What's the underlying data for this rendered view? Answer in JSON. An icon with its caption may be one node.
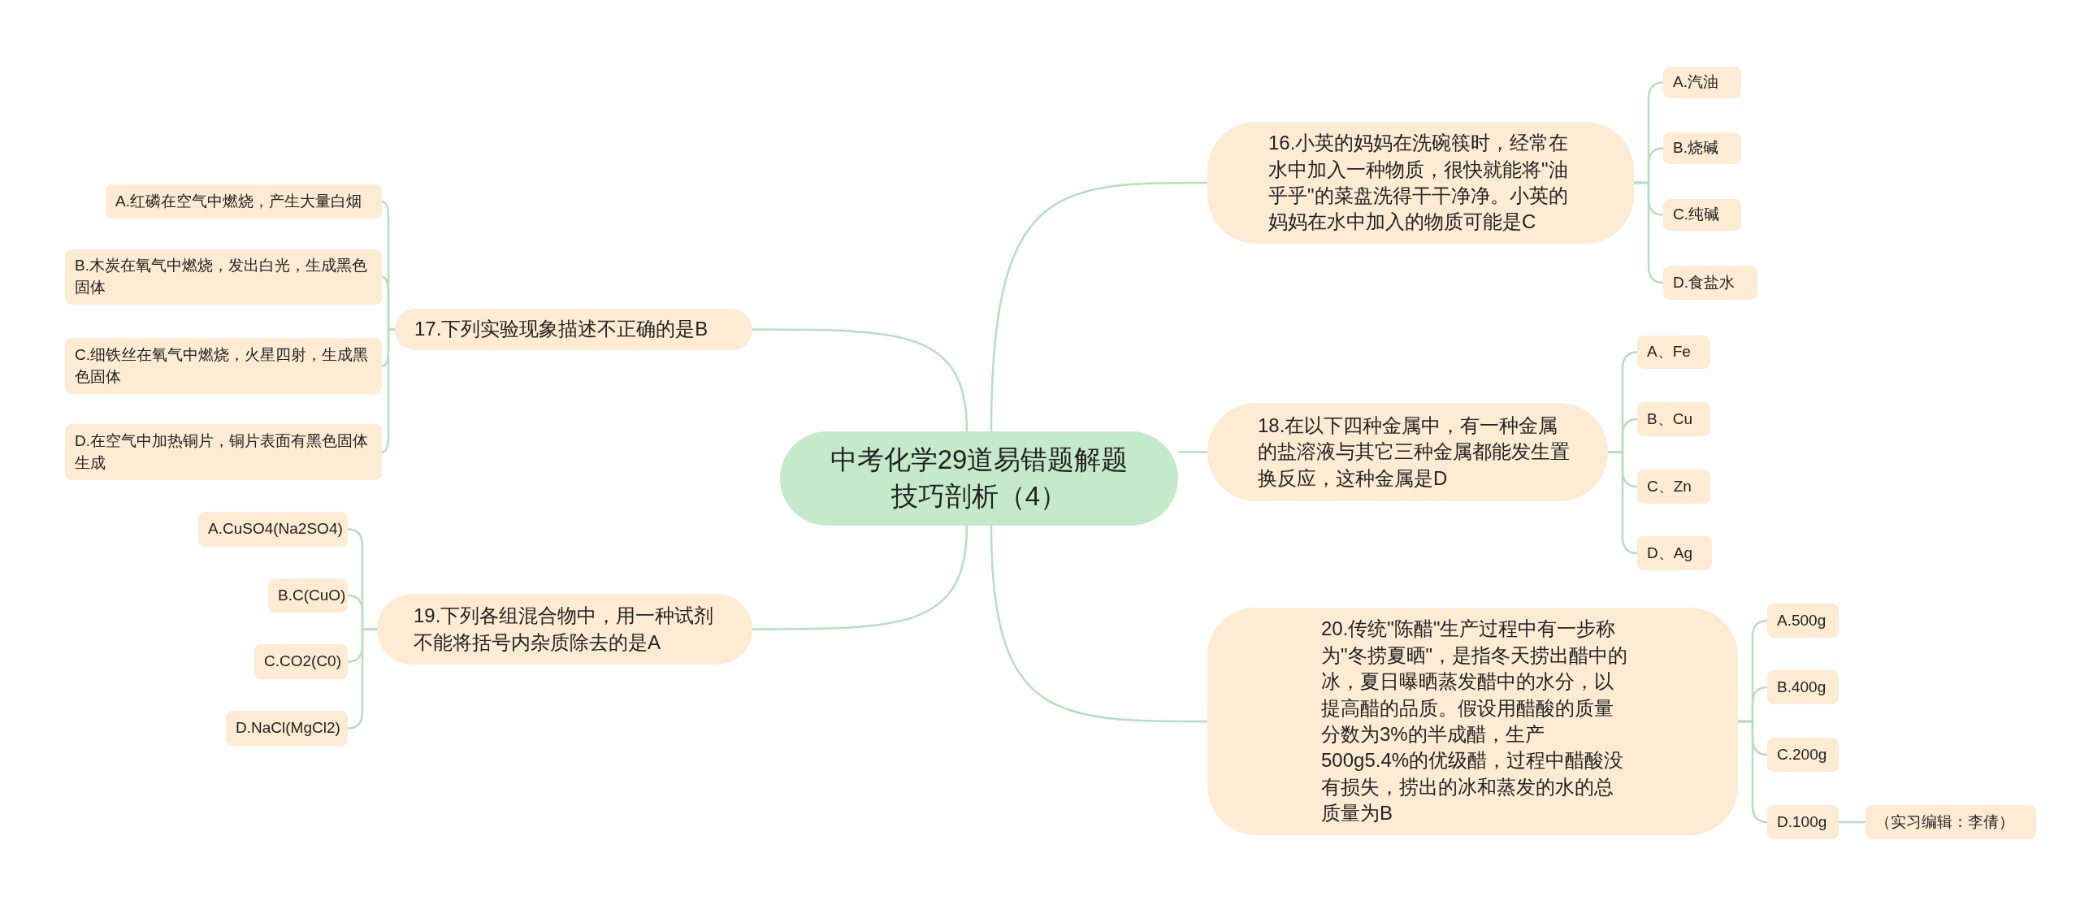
{
  "diagram": {
    "nodes": [
      {
        "text": [
          "中考化学29道易错题解题技巧剖析（4）"
        ]
      },
      {
        "text": [
          "17.下列实验现象描述不正确的是B"
        ]
      },
      {
        "text": [
          "A.红磷在空气中燃烧，产生大量白烟"
        ]
      },
      {
        "text": [
          "B.木炭在氧气中燃烧，发出白光，生成黑色固体"
        ]
      },
      {
        "text": [
          "C.细铁丝在氧气中燃烧，火星四射，生成黑色固体"
        ]
      },
      {
        "text": [
          "D.在空气中加热铜片，铜片表面有黑色固体生成"
        ]
      },
      {
        "text": [
          "19.下列各组混合物中，用一种试剂不能将括号内杂质除去的是A"
        ]
      },
      {
        "text": [
          "A.CuSO4(Na2SO4)"
        ]
      },
      {
        "text": [
          "B.C(CuO)"
        ]
      },
      {
        "text": [
          "C.CO2(C0)"
        ]
      },
      {
        "text": [
          "D.NaCl(MgCl2)"
        ]
      },
      {
        "text": [
          "16.小英的妈妈在洗碗筷时，经常在水中加入一种物质，很快就能将\"油乎乎\"的菜盘洗得干干净净。小英的妈妈在水中加入的物质可能是C"
        ]
      },
      {
        "text": [
          "A.汽油"
        ]
      },
      {
        "text": [
          "B.烧碱"
        ]
      },
      {
        "text": [
          "C.纯碱"
        ]
      },
      {
        "text": [
          "D.食盐水"
        ]
      },
      {
        "text": [
          "18.在以下四种金属中，有一种金属的盐溶液与其它三种金属都能发生置换反应，这种金属是D"
        ]
      },
      {
        "text": [
          "A、Fe"
        ]
      },
      {
        "text": [
          "B、Cu"
        ]
      },
      {
        "text": [
          "C、Zn"
        ]
      },
      {
        "text": [
          "D、Ag"
        ]
      },
      {
        "text": [
          "20.传统\"陈醋\"生产过程中有一步称为\"冬捞夏晒\"，是指冬天捞出醋中的冰，夏日曝晒蒸发醋中的水分，以提高醋的品质。假设用醋酸的质量分数为3%的半成醋，生产500g5.4%的优级醋，过程中醋酸没有损失，捞出的冰和蒸发的水的总质量为B"
        ]
      },
      {
        "text": [
          "A.500g"
        ]
      },
      {
        "text": [
          "B.400g"
        ]
      },
      {
        "text": [
          "C.200g"
        ]
      },
      {
        "text": [
          "D.100g"
        ]
      },
      {
        "text": [
          "（实习编辑：李倩）"
        ]
      }
    ],
    "edges": [
      {
        "from": 0,
        "to": 11,
        "arrow": "none"
      },
      {
        "from": 0,
        "to": 1,
        "arrow": "none"
      },
      {
        "from": 0,
        "to": 16,
        "arrow": "none"
      },
      {
        "from": 0,
        "to": 6,
        "arrow": "none"
      },
      {
        "from": 0,
        "to": 21,
        "arrow": "none"
      },
      {
        "from": 1,
        "to": 2,
        "arrow": "none"
      },
      {
        "from": 1,
        "to": 3,
        "arrow": "none"
      },
      {
        "from": 1,
        "to": 4,
        "arrow": "none"
      },
      {
        "from": 1,
        "to": 5,
        "arrow": "none"
      },
      {
        "from": 6,
        "to": 7,
        "arrow": "none"
      },
      {
        "from": 6,
        "to": 8,
        "arrow": "none"
      },
      {
        "from": 6,
        "to": 9,
        "arrow": "none"
      },
      {
        "from": 6,
        "to": 10,
        "arrow": "none"
      },
      {
        "from": 11,
        "to": 12,
        "arrow": "none"
      },
      {
        "from": 11,
        "to": 13,
        "arrow": "none"
      },
      {
        "from": 11,
        "to": 14,
        "arrow": "none"
      },
      {
        "from": 11,
        "to": 15,
        "arrow": "none"
      },
      {
        "from": 16,
        "to": 17,
        "arrow": "none"
      },
      {
        "from": 16,
        "to": 18,
        "arrow": "none"
      },
      {
        "from": 16,
        "to": 19,
        "arrow": "none"
      },
      {
        "from": 16,
        "to": 20,
        "arrow": "none"
      },
      {
        "from": 21,
        "to": 22,
        "arrow": "none"
      },
      {
        "from": 21,
        "to": 23,
        "arrow": "none"
      },
      {
        "from": 21,
        "to": 24,
        "arrow": "none"
      },
      {
        "from": 21,
        "to": 25,
        "arrow": "none"
      },
      {
        "from": 25,
        "to": 26,
        "arrow": "none"
      }
    ]
  }
}
